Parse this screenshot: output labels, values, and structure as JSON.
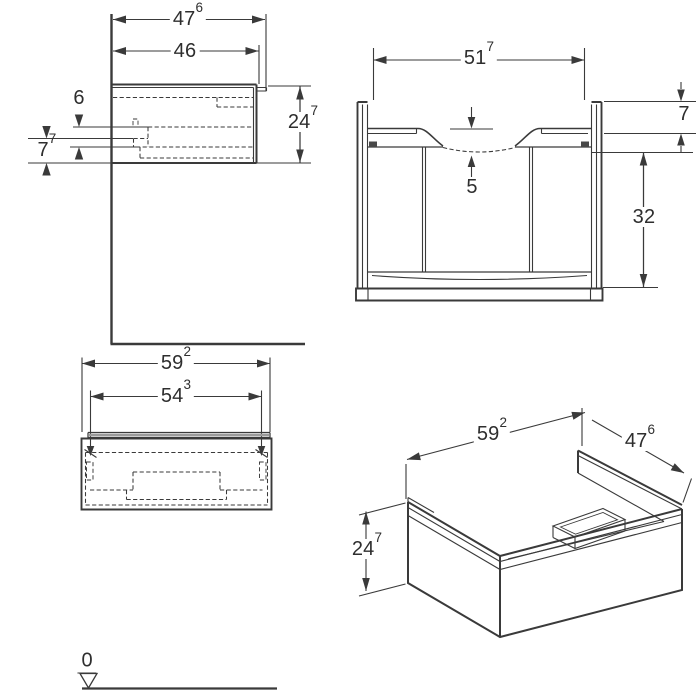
{
  "drawing": {
    "side_view": {
      "depth_total": {
        "main": "47",
        "sup": "6"
      },
      "body_depth": {
        "main": "46",
        "sup": ""
      },
      "top_inset": {
        "main": "6",
        "sup": ""
      },
      "bottom_inset": {
        "main": "7",
        "sup": "7"
      },
      "height": {
        "main": "24",
        "sup": "7"
      }
    },
    "front_view": {
      "inner_width": {
        "main": "51",
        "sup": "7"
      },
      "side_rise": {
        "main": "7",
        "sup": ""
      },
      "basin_recess": {
        "main": "5",
        "sup": ""
      },
      "clearance_height": {
        "main": "32",
        "sup": ""
      }
    },
    "bottom_view": {
      "total_width": {
        "main": "59",
        "sup": "2"
      },
      "inner_width": {
        "main": "54",
        "sup": "3"
      }
    },
    "iso_view": {
      "width": {
        "main": "59",
        "sup": "2"
      },
      "depth": {
        "main": "47",
        "sup": "6"
      },
      "height": {
        "main": "24",
        "sup": "7"
      }
    },
    "datum": {
      "label": "0"
    },
    "colors": {
      "line": "#3a3a3a",
      "text": "#2e2e2e"
    }
  }
}
